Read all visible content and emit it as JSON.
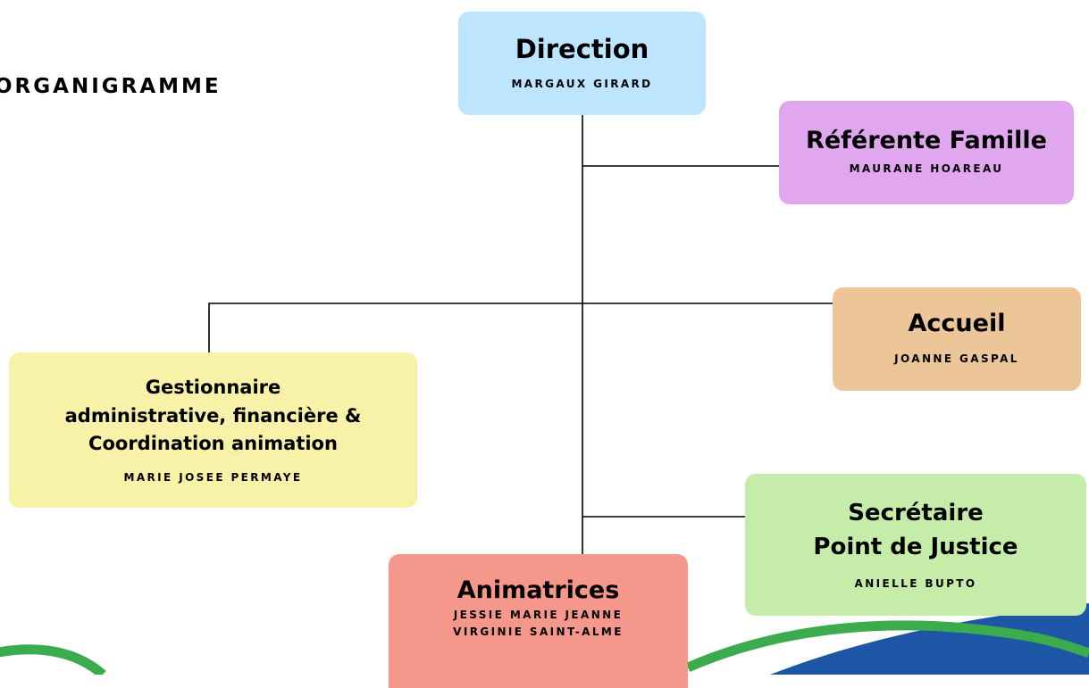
{
  "title": "ORGANIGRAMME",
  "nodes": {
    "direction": {
      "role": "Direction",
      "person": "MARGAUX GIRARD",
      "color": "#bde5fd"
    },
    "referente": {
      "role": "Référente Famille",
      "person": "MAURANE HOAREAU",
      "color": "#e1a7ee"
    },
    "accueil": {
      "role": "Accueil",
      "person": "JOANNE GASPAL",
      "color": "#ecc599"
    },
    "gestionnaire": {
      "role": "Gestionnaire\nadministrative, financière &\nCoordination animation",
      "person": "MARIE JOSEE PERMAYE",
      "color": "#f8f1a8"
    },
    "secretaire": {
      "role": "Secrétaire\nPoint de Justice",
      "person": "ANIELLE BUPTO",
      "color": "#c5eca9"
    },
    "animatrices": {
      "role": "Animatrices",
      "person": "JESSIE MARIE JEANNE\nVIRGINIE SAINT-ALME",
      "color": "#f5978a"
    }
  },
  "edges": [
    [
      "direction",
      "referente"
    ],
    [
      "direction",
      "gestionnaire"
    ],
    [
      "direction",
      "accueil"
    ],
    [
      "direction",
      "secretaire"
    ],
    [
      "direction",
      "animatrices"
    ]
  ],
  "decoration": {
    "wave_color": "#3bab4e",
    "corner_color": "#1d56a4"
  }
}
